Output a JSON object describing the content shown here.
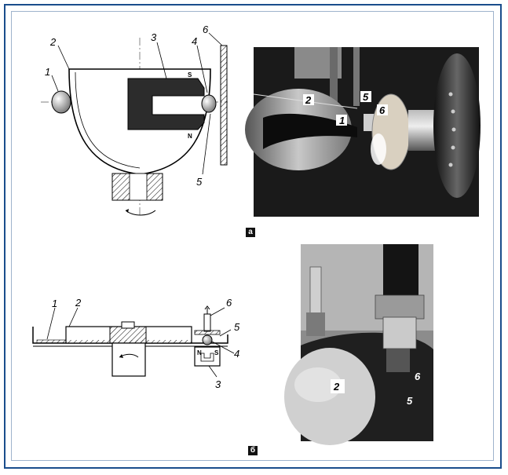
{
  "panel_a": {
    "tag": "а",
    "diagram_labels": {
      "l1": "1",
      "l2": "2",
      "l3": "3",
      "l4": "4",
      "l5": "5",
      "l6": "6",
      "pole_s": "S",
      "pole_n": "N"
    },
    "photo_labels": {
      "p1": "1",
      "p2": "2",
      "p5": "5",
      "p6": "6"
    }
  },
  "panel_b": {
    "tag": "б",
    "diagram_labels": {
      "l1": "1",
      "l2": "2",
      "l3": "3",
      "l4": "4",
      "l5": "5",
      "l6": "6",
      "pole_n": "N",
      "pole_s": "S"
    },
    "photo_labels": {
      "p2": "2",
      "p5": "5",
      "p6": "6"
    }
  }
}
